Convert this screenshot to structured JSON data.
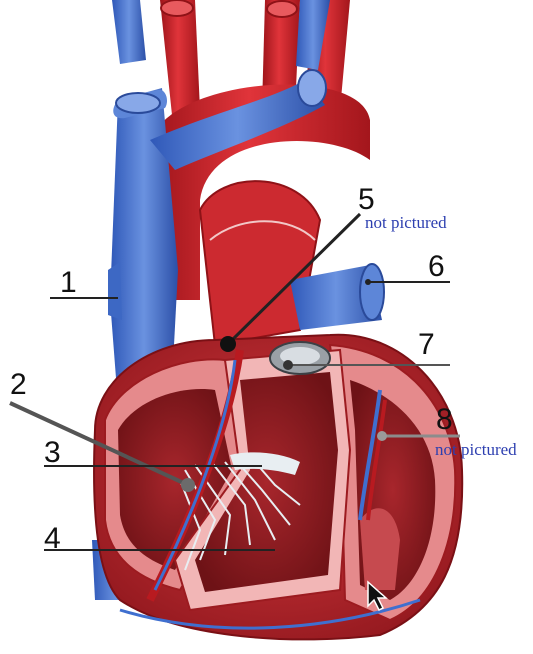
{
  "labels": {
    "l1": "1",
    "l2": "2",
    "l3": "3",
    "l4": "4",
    "l5": "5",
    "l6": "6",
    "l7": "7",
    "l8": "8"
  },
  "notes": {
    "n5": "not pictured",
    "n8": "not pictured"
  },
  "colors": {
    "note_text": "#2d3fb0",
    "vein_blue": "#3f6fcf",
    "artery_red": "#c81e24",
    "muscle_red": "#b3232a",
    "inner_pink": "#e58a8c",
    "valve_white": "#e8eef2"
  },
  "icons": {
    "pointer": "mouse-cursor-icon"
  }
}
